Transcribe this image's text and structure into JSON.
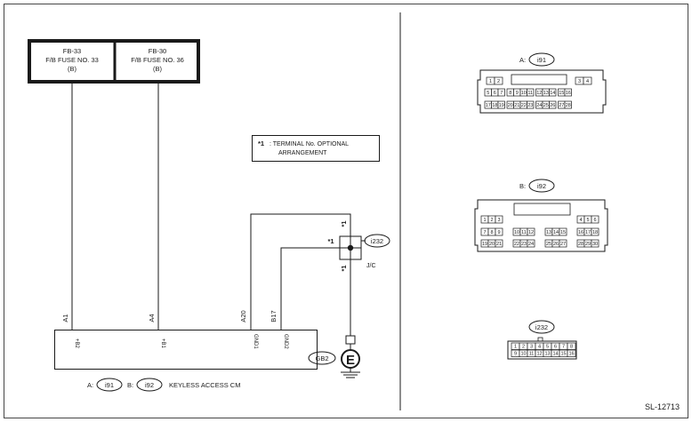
{
  "fuses": [
    {
      "code": "FB-33",
      "name": "F/B FUSE NO. 33",
      "type": "(B)"
    },
    {
      "code": "FB-30",
      "name": "F/B FUSE NO. 36",
      "type": "(B)"
    }
  ],
  "note": {
    "mark": "*1",
    "line1": ": TERMINAL No. OPTIONAL",
    "line2": "ARRANGEMENT"
  },
  "wire_labels": {
    "a1": "A1",
    "a4": "A4",
    "a20": "A20",
    "b17": "B17",
    "star_top": "*1",
    "star_left": "*1",
    "star_bottom": "*1"
  },
  "junction": {
    "connector": "i232",
    "label": "J/C"
  },
  "ground": {
    "code": "GB2",
    "symbol": "E"
  },
  "module": {
    "terminals": [
      "+B2",
      "+B1",
      "GND1",
      "GND2"
    ],
    "caption_a": "A:",
    "connector_a": "i91",
    "caption_b": "B:",
    "connector_b": "i92",
    "name": "KEYLESS ACCESS CM"
  },
  "connectors": {
    "i91": {
      "title_prefix": "A:",
      "code": "i91",
      "rows": [
        [
          "1",
          "2",
          "",
          "",
          "",
          "",
          "",
          "",
          "3",
          "4"
        ],
        [
          "5",
          "6",
          "7",
          "8",
          "9",
          "10",
          "11",
          "12",
          "13",
          "14",
          "15",
          "16"
        ],
        [
          "17",
          "18",
          "19",
          "20",
          "21",
          "22",
          "23",
          "24",
          "25",
          "26",
          "27",
          "28"
        ]
      ]
    },
    "i92": {
      "title_prefix": "B:",
      "code": "i92",
      "row1": [
        "1",
        "2",
        "3",
        "4",
        "5",
        "6"
      ],
      "row2": [
        "7",
        "8",
        "9",
        "10",
        "11",
        "12",
        "13",
        "14",
        "15",
        "16",
        "17",
        "18"
      ],
      "row3": [
        "19",
        "20",
        "21",
        "22",
        "23",
        "24",
        "25",
        "26",
        "27",
        "28",
        "29",
        "30"
      ]
    },
    "i232": {
      "code": "i232",
      "row1": [
        "1",
        "2",
        "3",
        "4",
        "5",
        "6",
        "7",
        "8"
      ],
      "row2": [
        "9",
        "10",
        "11",
        "12",
        "13",
        "14",
        "15",
        "16"
      ]
    }
  },
  "figure_id": "SL-12713"
}
